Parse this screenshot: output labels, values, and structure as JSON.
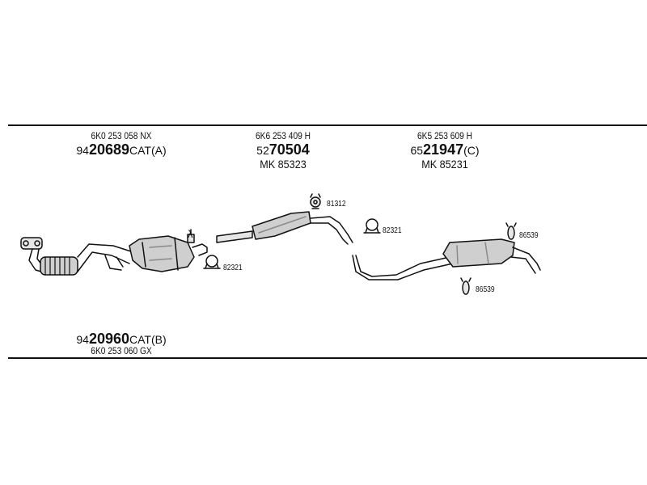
{
  "top_parts": [
    {
      "oe": "6K0 253 058 NX",
      "pn_prefix": "94",
      "pn_main": "20689",
      "pn_suffix": "CAT(A)",
      "mk": ""
    },
    {
      "oe": "6K6 253 409 H",
      "pn_prefix": "52",
      "pn_main": "70504",
      "pn_suffix": "",
      "mk": "MK  85323"
    },
    {
      "oe": "6K5 253 609 H",
      "pn_prefix": "65",
      "pn_main": "21947",
      "pn_suffix": "(C)",
      "mk": "MK  85231"
    }
  ],
  "bottom_part": {
    "pn_prefix": "94",
    "pn_main": "20960",
    "pn_suffix": "CAT(B)",
    "oe": "6K0 253 060 GX"
  },
  "small_parts": {
    "clamp_left": "82321",
    "hanger_top": "81312",
    "clamp_mid": "82321",
    "hanger_rear_top": "86539",
    "hanger_rear_bottom": "86539"
  },
  "lambda_symbol": "λ",
  "colors": {
    "line": "#111111",
    "part_fill": "#cfcfcf",
    "part_shade": "#8a8a8a"
  }
}
